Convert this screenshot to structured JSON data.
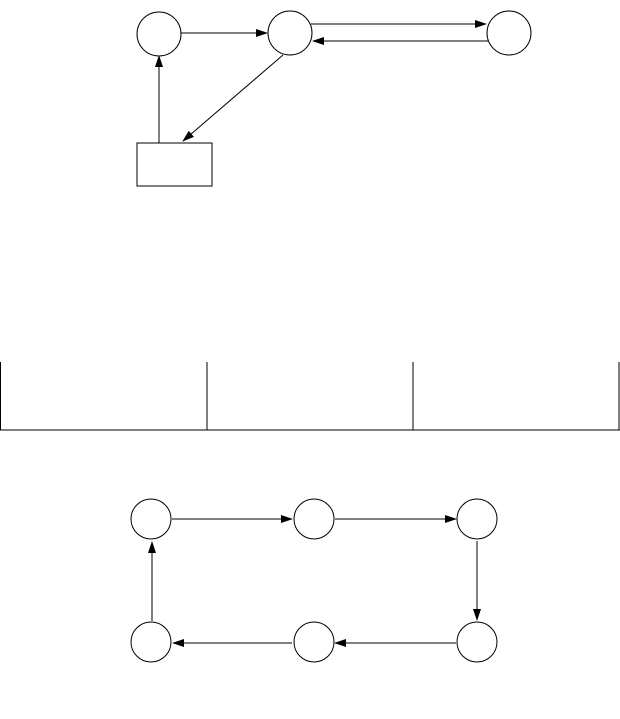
{
  "colors": {
    "stroke": "#000000",
    "fill": "#ffffff",
    "background": "#ffffff"
  },
  "diagram_top": {
    "nodes": [
      {
        "id": "top-node-a",
        "shape": "circle"
      },
      {
        "id": "top-node-b",
        "shape": "circle"
      },
      {
        "id": "top-node-c",
        "shape": "circle"
      },
      {
        "id": "top-node-box",
        "shape": "rectangle"
      }
    ],
    "edges": [
      {
        "from": "top-node-a",
        "to": "top-node-b"
      },
      {
        "from": "top-node-b",
        "to": "top-node-c"
      },
      {
        "from": "top-node-c",
        "to": "top-node-b"
      },
      {
        "from": "top-node-b",
        "to": "top-node-box"
      },
      {
        "from": "top-node-box",
        "to": "top-node-a"
      }
    ]
  },
  "divider_table": {
    "columns": 3
  },
  "diagram_bottom": {
    "nodes": [
      {
        "id": "cycle-node-1",
        "shape": "circle"
      },
      {
        "id": "cycle-node-2",
        "shape": "circle"
      },
      {
        "id": "cycle-node-3",
        "shape": "circle"
      },
      {
        "id": "cycle-node-4",
        "shape": "circle"
      },
      {
        "id": "cycle-node-5",
        "shape": "circle"
      },
      {
        "id": "cycle-node-6",
        "shape": "circle"
      }
    ],
    "edges": [
      {
        "from": "cycle-node-1",
        "to": "cycle-node-2"
      },
      {
        "from": "cycle-node-2",
        "to": "cycle-node-3"
      },
      {
        "from": "cycle-node-3",
        "to": "cycle-node-4"
      },
      {
        "from": "cycle-node-4",
        "to": "cycle-node-5"
      },
      {
        "from": "cycle-node-5",
        "to": "cycle-node-6"
      },
      {
        "from": "cycle-node-6",
        "to": "cycle-node-1"
      }
    ]
  }
}
